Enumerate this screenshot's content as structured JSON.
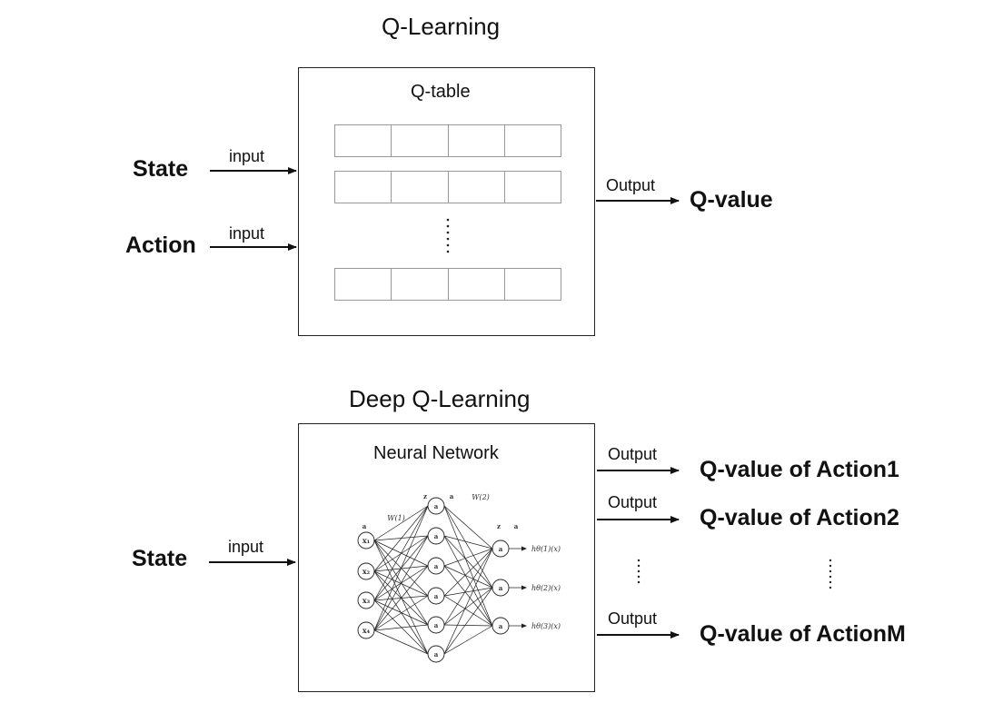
{
  "q_learning": {
    "title": "Q-Learning",
    "box_title": "Q-table",
    "inputs": [
      {
        "name": "State",
        "edge_label": "input"
      },
      {
        "name": "Action",
        "edge_label": "input"
      }
    ],
    "output": {
      "edge_label": "Output",
      "name": "Q-value"
    },
    "table": {
      "rows": 3,
      "columns": 4
    }
  },
  "deep_q_learning": {
    "title": "Deep Q-Learning",
    "box_title": "Neural Network",
    "input": {
      "name": "State",
      "edge_label": "input"
    },
    "outputs": [
      {
        "edge_label": "Output",
        "name": "Q-value of Action1"
      },
      {
        "edge_label": "Output",
        "name": "Q-value of Action2"
      },
      {
        "edge_label": "Output",
        "name": "Q-value of ActionM"
      }
    ],
    "network": {
      "input_nodes": [
        "x₁",
        "x₂",
        "x₃",
        "x₄"
      ],
      "hidden_nodes": [
        "a",
        "a",
        "a",
        "a",
        "a",
        "a"
      ],
      "output_nodes": [
        "a",
        "a",
        "a"
      ],
      "hidden_layer_labels": [
        "z",
        "a"
      ],
      "output_layer_labels": [
        "z",
        "a"
      ],
      "input_layer_label": "a",
      "weight_labels": [
        "W(1)",
        "W(2)"
      ],
      "output_labels": [
        "hθ(1)(x)",
        "hθ(2)(x)",
        "hθ(3)(x)"
      ]
    }
  }
}
